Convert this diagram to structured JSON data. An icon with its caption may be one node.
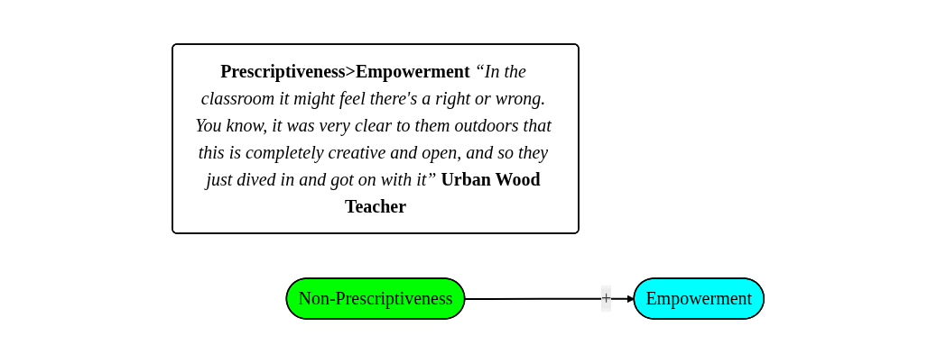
{
  "diagram": {
    "nodes": [
      {
        "text": [
          "**Prescriptiveness>Empowerment** *“In the classroom it might feel there's a right or wrong. You know, it was very clear to them outdoors that this is completely creative and open, and so they just dived in and got on with it”* **Urban Wood Teacher**"
        ]
      },
      {
        "text": [
          "Non-Prescriptiveness"
        ]
      },
      {
        "text": [
          "Empowerment"
        ]
      }
    ],
    "edges": [
      {
        "from": 1,
        "to": 2,
        "arrow": "to",
        "label": "+"
      }
    ]
  }
}
